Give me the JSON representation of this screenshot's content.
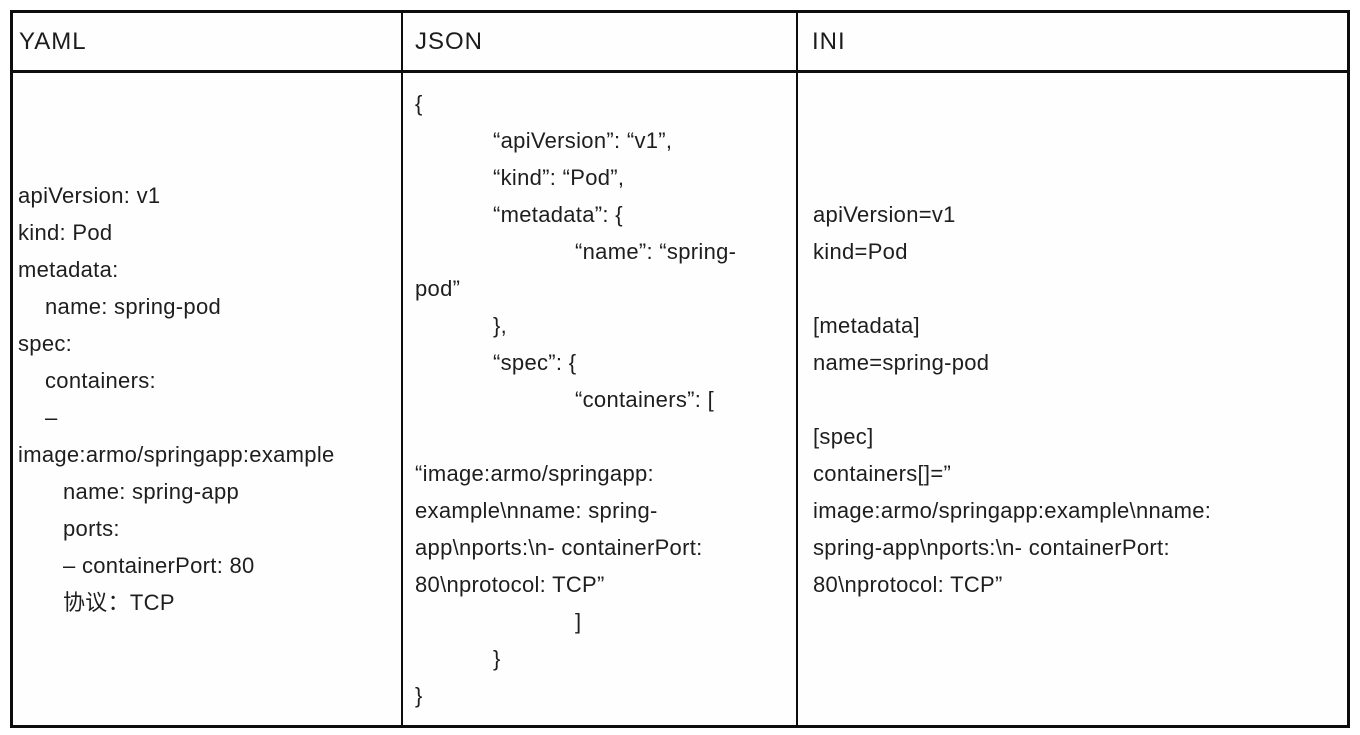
{
  "colors": {
    "background": "#ffffff",
    "border": "#0d0d0d",
    "text": "#1e1e1e"
  },
  "table": {
    "columns": [
      {
        "header": "YAML",
        "lines": [
          {
            "text": "apiVersion: v1",
            "indent": 0
          },
          {
            "text": "kind: Pod",
            "indent": 0
          },
          {
            "text": "metadata:",
            "indent": 0
          },
          {
            "text": "name: spring-pod",
            "indent": 1
          },
          {
            "text": "spec:",
            "indent": 0
          },
          {
            "text": "containers:",
            "indent": 1
          },
          {
            "text": "–",
            "indent": 1
          },
          {
            "text": "image:armo/springapp:example",
            "indent": 0
          },
          {
            "text": "name: spring-app",
            "indent": 2
          },
          {
            "text": "ports:",
            "indent": 2
          },
          {
            "text": "– containerPort: 80",
            "indent": 2
          },
          {
            "text": "协议：TCP",
            "indent": 2
          }
        ]
      },
      {
        "header": "JSON",
        "lines": [
          {
            "text": "{",
            "indent": 0
          },
          {
            "text": "“apiVersion”: “v1”,",
            "indent": 1
          },
          {
            "text": "“kind”: “Pod”,",
            "indent": 1
          },
          {
            "text": "“metadata”: {",
            "indent": 1
          },
          {
            "text": "“name”: “spring-",
            "indent": 2
          },
          {
            "text": "pod”",
            "indent": 0
          },
          {
            "text": "},",
            "indent": 1
          },
          {
            "text": "“spec”: {",
            "indent": 1
          },
          {
            "text": "“containers”: [",
            "indent": 2
          },
          {
            "text": "",
            "indent": 0
          },
          {
            "text": "“image:armo/springapp:",
            "indent": 0
          },
          {
            "text": "example\\nname: spring-",
            "indent": 0
          },
          {
            "text": "app\\nports:\\n- containerPort:",
            "indent": 0
          },
          {
            "text": "80\\nprotocol: TCP”",
            "indent": 0
          },
          {
            "text": "]",
            "indent": 2
          },
          {
            "text": "}",
            "indent": 1
          },
          {
            "text": "}",
            "indent": 0
          }
        ]
      },
      {
        "header": "INI",
        "lines": [
          {
            "text": "apiVersion=v1",
            "indent": 0
          },
          {
            "text": "kind=Pod",
            "indent": 0
          },
          {
            "text": "",
            "indent": 0
          },
          {
            "text": "[metadata]",
            "indent": 0
          },
          {
            "text": "name=spring-pod",
            "indent": 0
          },
          {
            "text": "",
            "indent": 0
          },
          {
            "text": "[spec]",
            "indent": 0
          },
          {
            "text": "containers[]=”",
            "indent": 0
          },
          {
            "text": "image:armo/springapp:example\\nname:",
            "indent": 0
          },
          {
            "text": "spring-app\\nports:\\n- containerPort:",
            "indent": 0
          },
          {
            "text": "80\\nprotocol: TCP”",
            "indent": 0
          }
        ]
      }
    ]
  }
}
